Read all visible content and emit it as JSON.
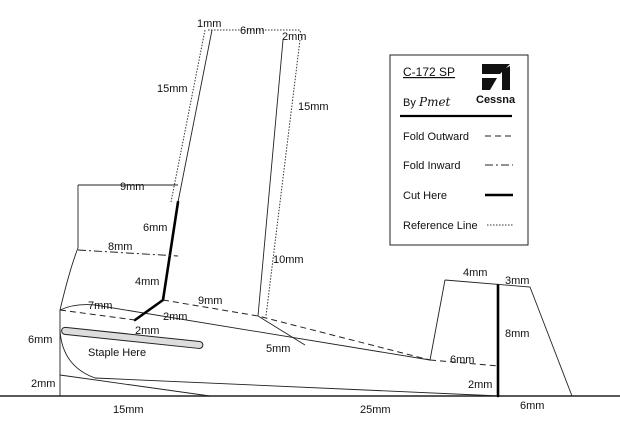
{
  "legend": {
    "title": "C-172 SP",
    "author_prefix": "By",
    "author_name": "Pmet",
    "brand": "Cessna",
    "items": [
      {
        "label": "Fold Outward",
        "style": "dashed"
      },
      {
        "label": "Fold Inward",
        "style": "dash-dot"
      },
      {
        "label": "Cut Here",
        "style": "solid-bold"
      },
      {
        "label": "Reference Line",
        "style": "dotted"
      }
    ]
  },
  "staple_label": "Staple Here",
  "dimensions": {
    "tail_top_left": "1mm",
    "tail_top_width": "6mm",
    "tail_top_right": "2mm",
    "tail_left_height": "15mm",
    "tail_right_height": "15mm",
    "wing_top": "9mm",
    "wing_cut": "6mm",
    "wing_fold": "8mm",
    "wing_lower_cut": "4mm",
    "nose_fold": "7mm",
    "mid_fold": "9mm",
    "cut_base": "2mm",
    "cut_base_inner": "2mm",
    "tail_ref": "10mm",
    "body_joint": "5mm",
    "nose_height": "6mm",
    "nose_base": "2mm",
    "fin_top": "4mm",
    "fin_right_top": "3mm",
    "fin_cut": "8mm",
    "fin_fold": "6mm",
    "fin_base": "2mm",
    "base_left": "15mm",
    "base_mid": "25mm",
    "base_right": "6mm"
  },
  "colors": {
    "line": "#222222",
    "cut": "#000000",
    "background": "#ffffff"
  }
}
